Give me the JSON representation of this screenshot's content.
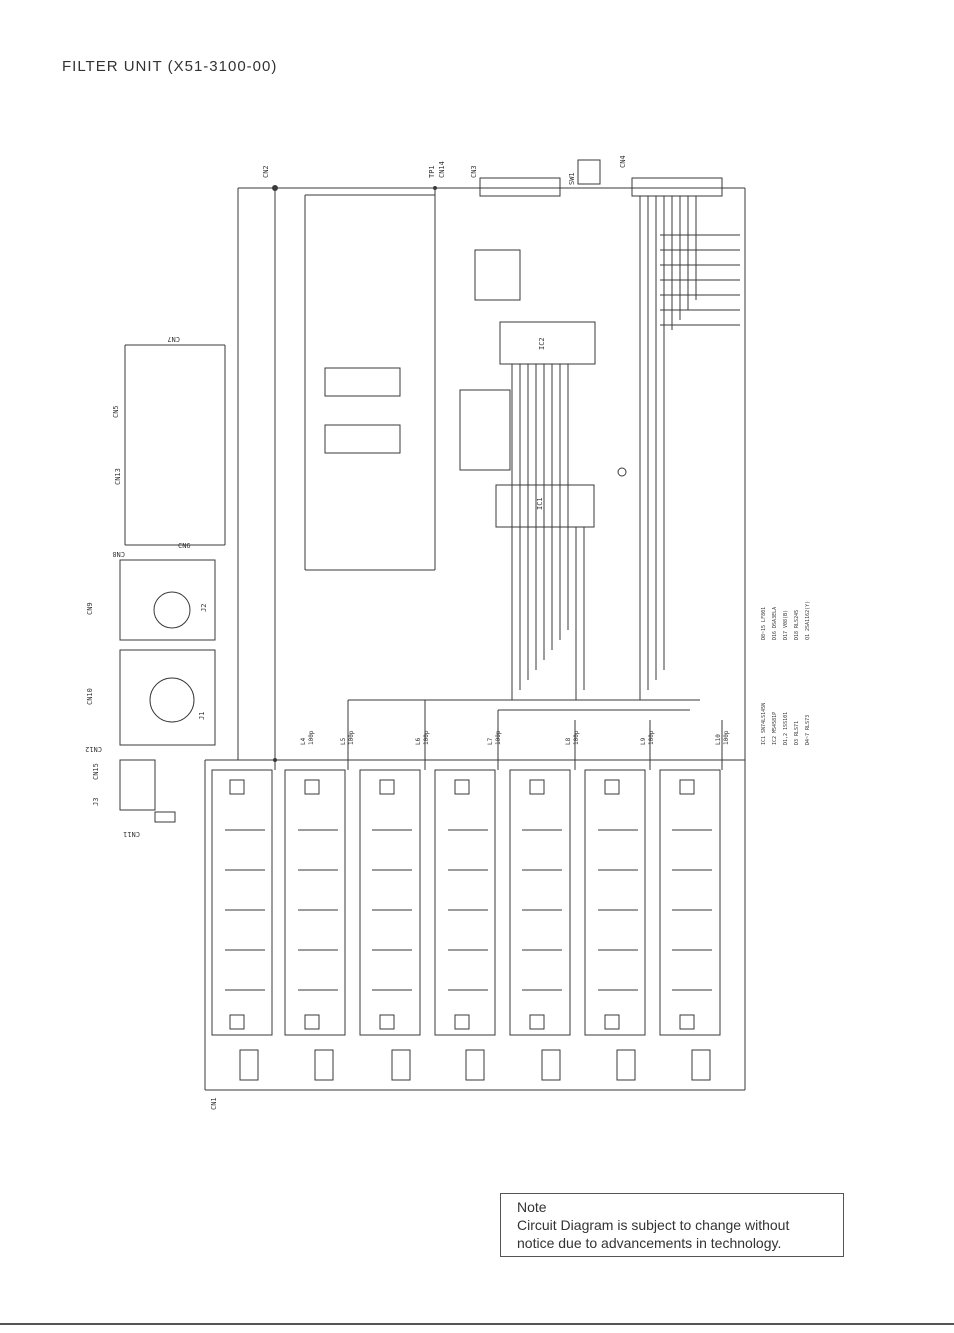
{
  "title": "FILTER UNIT (X51-3100-00)",
  "note": {
    "heading": "Note",
    "line1": "Circuit Diagram is subject to change without",
    "line2": "notice due to advancements in technology."
  },
  "connectors": {
    "cn1": "CN1",
    "cn2": "CN2",
    "cn3": "CN3",
    "cn4": "CN4",
    "cn5": "CN5",
    "cn6": "CN6",
    "cn7": "CN7",
    "cn8": "CN8",
    "cn9": "CN9",
    "cn10": "CN10",
    "cn11": "CN11",
    "cn12": "CN12",
    "cn13": "CN13",
    "cn14": "CN14",
    "cn15": "CN15",
    "tp1": "TP1",
    "sw1": "SW1",
    "j1": "J1",
    "j2": "J2",
    "j3": "J3"
  },
  "ics": {
    "ic1": "IC1",
    "ic2": "IC2"
  },
  "parts_table": [
    "IC1 SN74LS145N",
    "IC2 M54581P",
    "D1,2 1SS101",
    "D3 RLS71",
    "D4~7 RLS73",
    "D8~15 LF801",
    "D16 DSA3ELA",
    "D17 V08(B)",
    "D18 RLS245",
    "Q1 2SA1162(Y)"
  ],
  "filter_sections": [
    {
      "coil": "L4",
      "cap": "100p"
    },
    {
      "coil": "L5",
      "cap": "100p"
    },
    {
      "coil": "L6",
      "cap": "100p"
    },
    {
      "coil": "L7",
      "cap": "100p"
    },
    {
      "coil": "L8",
      "cap": "100p"
    },
    {
      "coil": "L9",
      "cap": "100p"
    },
    {
      "coil": "L10",
      "cap": "100p"
    }
  ],
  "colors": {
    "ink": "#3a3a3a",
    "paper": "#ffffff"
  }
}
